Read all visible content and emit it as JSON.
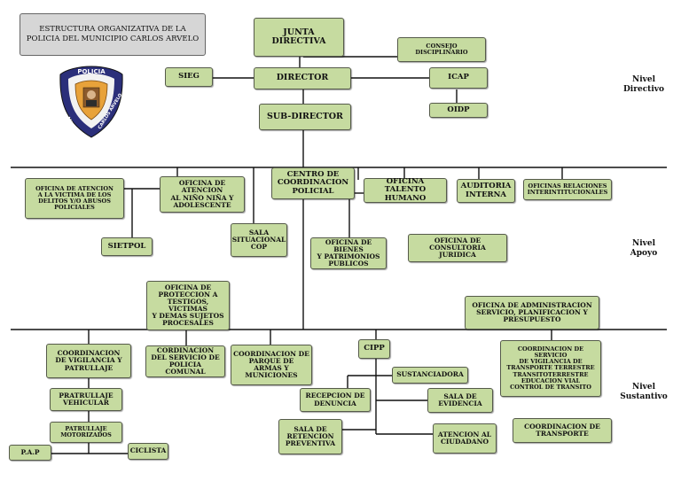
{
  "title": "ESTRUCTURA ORGANIZATIVA DE LA\nPOLICIA DEL MUNICIPIO CARLOS ARVELO",
  "badge": {
    "top_text": "POLICIA",
    "left_text": "MUNICIPIO",
    "right_text": "CARLOS ARVELO",
    "icon": "police-shield-emblem"
  },
  "levels": {
    "directivo": "Nivel\nDirectivo",
    "apoyo": "Nivel\nApoyo",
    "sustantivo": "Nivel\nSustantivo"
  },
  "directivo": {
    "junta": "JUNTA DIRECTIVA",
    "consejo": "CONSEJO\nDISCIPLINARIO",
    "sieg": "SIEG",
    "director": "DIRECTOR",
    "icap": "ICAP",
    "oidp": "OIDP",
    "subdirector": "SUB-DIRECTOR"
  },
  "apoyo": {
    "atencion_victima": "OFICINA DE ATENCION\nA LA VICTIMA DE LOS\nDELITOS Y/O ABUSOS\nPOLICIALES",
    "atencion_nino": "OFICINA DE ATENCION\nAL NIÑO NIÑA Y\nADOLESCENTE",
    "centro": "CENTRO DE\nCOORDINACION\nPOLICIAL",
    "talento": "OFICINA TALENTO\nHUMANO",
    "auditoria": "AUDITORIA\nINTERNA",
    "relaciones": "OFICINAS RELACIONES\nINTERINTITUCIONALES",
    "sietpol": "SIETPOL",
    "sala_situacional": "SALA\nSITUACIONAL\nCOP",
    "bienes": "OFICINA DE BIENES\nY PATRIMONIOS\nPUBLICOS",
    "consultoria": "OFICINA DE CONSULTORIA\nJURIDICA",
    "proteccion": "OFICINA DE\nPROTECCION A\nTESTIGOS, VICTIMAS\nY DEMAS SUJETOS\nPROCESALES",
    "administracion": "OFICINA DE ADMINISTRACION\nSERVICIO, PLANIFICACION Y\nPRESUPUESTO"
  },
  "sustantivo": {
    "vigilancia": "COORDINACION\nDE VIGILANCIA Y\nPATRULLAJE",
    "servicio_comunal": "CORDINACION\nDEL SERVICIO DE\nPOLICIA COMUNAL",
    "parque": "COORDINACION DE\nPARQUE DE\nARMAS Y\nMUNICIONES",
    "cipp": "CIPP",
    "transito": "COORDINACION DE SERVICIO\nDE VIGILANCIA DE\nTRANSPORTE TERRESTRE\nTRANSITOTERRESTRE\nEDUCACION VIAL\nCONTROL DE TRANSITO",
    "patrullaje_vehicular": "PRATRULLAJE\nVEHICULAR",
    "patrullaje_motorizados": "PATRULLAJE\nMOTORIZADOS",
    "pap": "P.A.P",
    "ciclista": "CICLISTA",
    "sustanciadora": "SUSTANCIADORA",
    "recepcion": "RECEPCION DE\nDENUNCIA",
    "sala_evidencia": "SALA DE\nEVIDENCIA",
    "sala_retencion": "SALA DE\nRETENCION\nPREVENTIVA",
    "atencion_ciudadano": "ATENCION AL\nCIUDADANO",
    "transporte": "COORDINACION DE\nTRANSPORTE"
  }
}
